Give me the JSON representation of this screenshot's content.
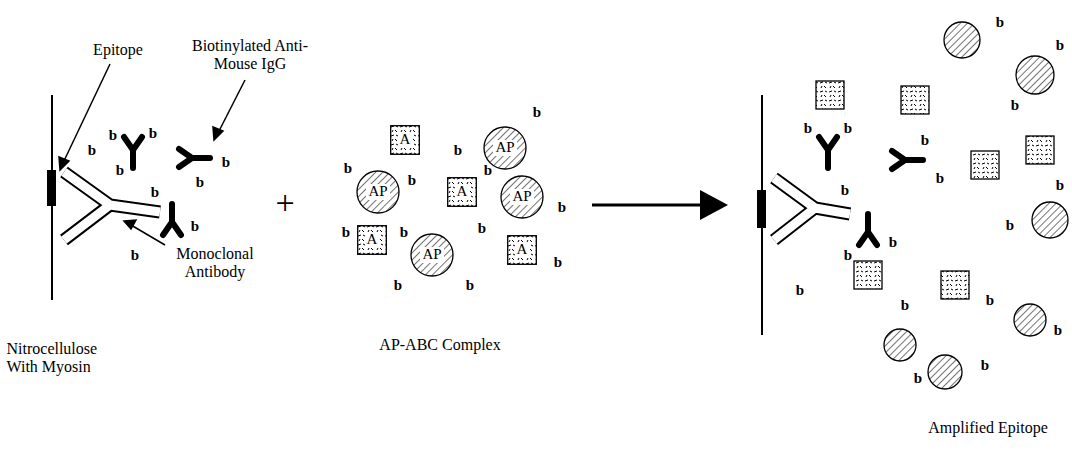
{
  "diagram": {
    "nodes": [
      {
        "text": [
          "A"
        ]
      },
      {
        "text": [
          "AP"
        ]
      },
      {
        "text": [
          "AP"
        ]
      },
      {
        "text": [
          "A"
        ]
      },
      {
        "text": [
          "AP"
        ]
      },
      {
        "text": [
          "A"
        ]
      },
      {
        "text": [
          "A"
        ]
      },
      {
        "text": [
          "AP"
        ]
      }
    ],
    "edges": [],
    "labels": [
      "Epitope",
      "Biotinylated Anti-Mouse IgG",
      "Monoclonal Antibody",
      "Nitrocellulose With Myosin",
      "+",
      "AP-ABC Complex",
      "Amplified Epitope",
      "b",
      "b",
      "b",
      "b",
      "b",
      "b",
      "b",
      "b",
      "b",
      "b",
      "b",
      "b",
      "b",
      "b",
      "b",
      "b",
      "b",
      "b",
      "b",
      "b",
      "b",
      "b",
      "b",
      "b",
      "b",
      "b",
      "b",
      "b",
      "b",
      "b",
      "b",
      "b",
      "b",
      "b",
      "b",
      "b",
      "b",
      "b",
      "b"
    ]
  }
}
